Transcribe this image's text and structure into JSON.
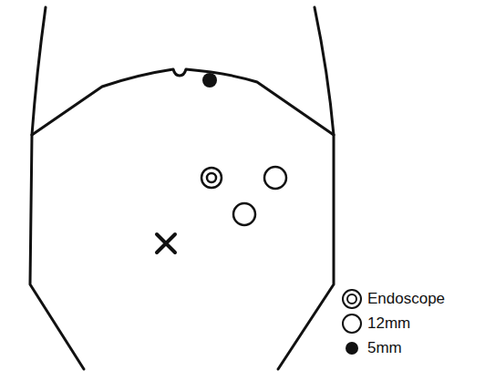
{
  "diagram": {
    "legend": [
      {
        "text": "Endoscope"
      },
      {
        "text": "12mm"
      },
      {
        "text": "5mm"
      }
    ]
  }
}
